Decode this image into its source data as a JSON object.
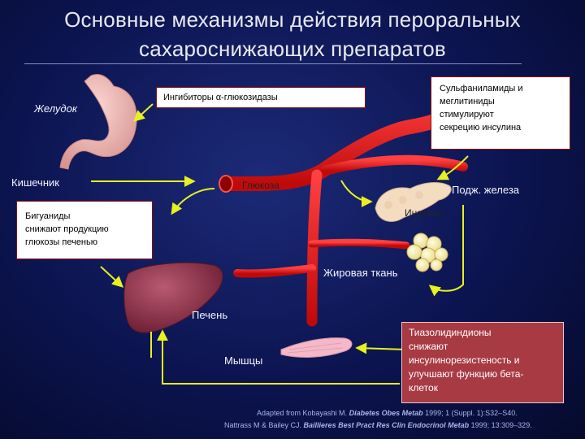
{
  "title_line1": "Основные механизмы действия пероральных",
  "title_line2": "сахароснижающих препаратов",
  "organs": {
    "stomach": "Желудок",
    "intestine": "Кишечник",
    "glucose": "Глюкоза",
    "pancreas": "Подж. железа",
    "insulin": "Инсулин",
    "fat": "Жировая ткань",
    "liver": "Печень",
    "muscle": "Мышцы"
  },
  "boxes": {
    "alpha_glucosidase": "Ингибиторы α-глюкозидазы",
    "sulfonylureas_lines": [
      "Сульфаниламиды и",
      "меглитиниды",
      "стимулируют",
      "секрецию инсулина"
    ],
    "biguanides_lines": [
      "Бигуаниды",
      "снижают продукцию",
      "глюкозы печенью"
    ],
    "tzd_lines": [
      "Тиазолидиндионы",
      "снижают",
      "инсулинорезистеность и",
      "улучшают функцию бета-",
      "клеток"
    ]
  },
  "citation": {
    "line1_prefix": "Adapted from Kobayashi M.",
    "line1_journal": "Diabetes Obes Metab",
    "line1_suffix": "1999; 1 (Suppl. 1):S32–S40.",
    "line2_prefix": "Nattrass M & Bailey CJ.",
    "line2_journal": "Baillieres Best Pract Res Clin Endocrinol Metab",
    "line2_suffix": "1999; 13:309–329."
  },
  "colors": {
    "vessel": "#e01818",
    "arrow": "#e8f020",
    "tzd_box": "#a83a44",
    "background": "#0c1450"
  }
}
